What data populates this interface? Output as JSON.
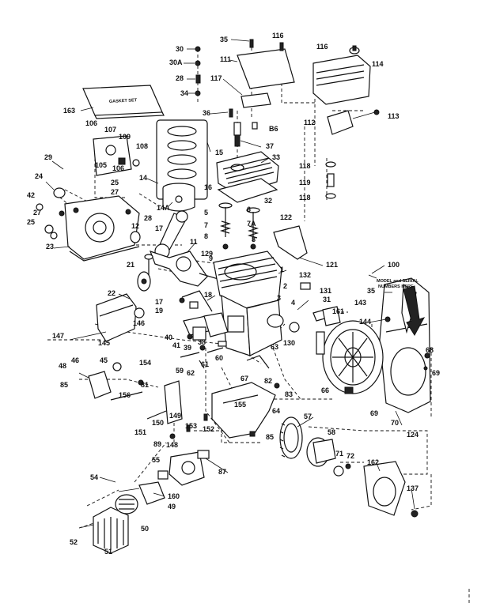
{
  "diagram": {
    "type": "exploded-parts-diagram",
    "callouts": [
      {
        "id": "c30",
        "label": "30"
      },
      {
        "id": "c30a",
        "label": "30A"
      },
      {
        "id": "c28",
        "label": "28"
      },
      {
        "id": "c34",
        "label": "34"
      },
      {
        "id": "c35a",
        "label": "35"
      },
      {
        "id": "c116a",
        "label": "116"
      },
      {
        "id": "c111",
        "label": "111"
      },
      {
        "id": "c117",
        "label": "117"
      },
      {
        "id": "c36",
        "label": "36"
      },
      {
        "id": "cB6",
        "label": "B6"
      },
      {
        "id": "c37",
        "label": "37"
      },
      {
        "id": "c33",
        "label": "33"
      },
      {
        "id": "c32",
        "label": "32"
      },
      {
        "id": "c116b",
        "label": "116"
      },
      {
        "id": "c114",
        "label": "114"
      },
      {
        "id": "c112",
        "label": "112"
      },
      {
        "id": "c113",
        "label": "113"
      },
      {
        "id": "c118a",
        "label": "118"
      },
      {
        "id": "c119",
        "label": "119"
      },
      {
        "id": "c118b",
        "label": "118"
      },
      {
        "id": "c163a",
        "label": "163"
      },
      {
        "id": "c106a",
        "label": "106"
      },
      {
        "id": "c107",
        "label": "107"
      },
      {
        "id": "c109",
        "label": "109"
      },
      {
        "id": "c105",
        "label": "105"
      },
      {
        "id": "c106b",
        "label": "106"
      },
      {
        "id": "c108",
        "label": "108"
      },
      {
        "id": "c15",
        "label": "15"
      },
      {
        "id": "c14",
        "label": "14"
      },
      {
        "id": "c29",
        "label": "29"
      },
      {
        "id": "c24",
        "label": "24"
      },
      {
        "id": "c25a",
        "label": "25"
      },
      {
        "id": "c27a",
        "label": "27"
      },
      {
        "id": "c16",
        "label": "16"
      },
      {
        "id": "c14A",
        "label": "14A"
      },
      {
        "id": "c42",
        "label": "42"
      },
      {
        "id": "c27b",
        "label": "27"
      },
      {
        "id": "c25b",
        "label": "25"
      },
      {
        "id": "c28b",
        "label": "28"
      },
      {
        "id": "c12",
        "label": "12"
      },
      {
        "id": "c23",
        "label": "23"
      },
      {
        "id": "c17a",
        "label": "17"
      },
      {
        "id": "c5",
        "label": "5"
      },
      {
        "id": "c6",
        "label": "6"
      },
      {
        "id": "c7",
        "label": "7"
      },
      {
        "id": "c7A",
        "label": "7A"
      },
      {
        "id": "c8a",
        "label": "8"
      },
      {
        "id": "c8b",
        "label": "8"
      },
      {
        "id": "c9",
        "label": "9"
      },
      {
        "id": "c122",
        "label": "122"
      },
      {
        "id": "c11",
        "label": "11"
      },
      {
        "id": "c129",
        "label": "129"
      },
      {
        "id": "c121",
        "label": "121"
      },
      {
        "id": "c21",
        "label": "21"
      },
      {
        "id": "c1",
        "label": "1"
      },
      {
        "id": "c132",
        "label": "132"
      },
      {
        "id": "c100",
        "label": "100"
      },
      {
        "id": "c2",
        "label": "2"
      },
      {
        "id": "c22",
        "label": "22"
      },
      {
        "id": "c17b",
        "label": "17"
      },
      {
        "id": "c18",
        "label": "18"
      },
      {
        "id": "c19",
        "label": "19"
      },
      {
        "id": "c3",
        "label": "3"
      },
      {
        "id": "c4",
        "label": "4"
      },
      {
        "id": "c131",
        "label": "131"
      },
      {
        "id": "c31",
        "label": "31"
      },
      {
        "id": "c35b",
        "label": "35"
      },
      {
        "id": "c143",
        "label": "143"
      },
      {
        "id": "c146",
        "label": "146"
      },
      {
        "id": "c161",
        "label": "161"
      },
      {
        "id": "c144",
        "label": "144"
      },
      {
        "id": "c147",
        "label": "147"
      },
      {
        "id": "c145",
        "label": "145"
      },
      {
        "id": "c40",
        "label": "40"
      },
      {
        "id": "c41",
        "label": "41"
      },
      {
        "id": "c39",
        "label": "39"
      },
      {
        "id": "c38",
        "label": "38"
      },
      {
        "id": "c130",
        "label": "130"
      },
      {
        "id": "c63",
        "label": "63"
      },
      {
        "id": "c68",
        "label": "68"
      },
      {
        "id": "c69a",
        "label": "69"
      },
      {
        "id": "c48",
        "label": "48"
      },
      {
        "id": "c46",
        "label": "46"
      },
      {
        "id": "c45",
        "label": "45"
      },
      {
        "id": "c154",
        "label": "154"
      },
      {
        "id": "c59",
        "label": "59"
      },
      {
        "id": "c61",
        "label": "61"
      },
      {
        "id": "c62",
        "label": "62"
      },
      {
        "id": "c60",
        "label": "60"
      },
      {
        "id": "c85a",
        "label": "85"
      },
      {
        "id": "c81",
        "label": "81"
      },
      {
        "id": "c67",
        "label": "67"
      },
      {
        "id": "c82",
        "label": "82"
      },
      {
        "id": "c83",
        "label": "83"
      },
      {
        "id": "c156",
        "label": "156"
      },
      {
        "id": "c66",
        "label": "66"
      },
      {
        "id": "c155",
        "label": "155"
      },
      {
        "id": "c64",
        "label": "64"
      },
      {
        "id": "c69b",
        "label": "69"
      },
      {
        "id": "c70",
        "label": "70"
      },
      {
        "id": "c124",
        "label": "124"
      },
      {
        "id": "c150",
        "label": "150"
      },
      {
        "id": "c149",
        "label": "149"
      },
      {
        "id": "c151",
        "label": "151"
      },
      {
        "id": "c153",
        "label": "153"
      },
      {
        "id": "c152",
        "label": "152"
      },
      {
        "id": "c57",
        "label": "57"
      },
      {
        "id": "c85b",
        "label": "85"
      },
      {
        "id": "c148",
        "label": "148"
      },
      {
        "id": "c89",
        "label": "89"
      },
      {
        "id": "c58",
        "label": "58"
      },
      {
        "id": "c71",
        "label": "71"
      },
      {
        "id": "c72",
        "label": "72"
      },
      {
        "id": "c55",
        "label": "55"
      },
      {
        "id": "c87",
        "label": "87"
      },
      {
        "id": "c162",
        "label": "162"
      },
      {
        "id": "c54",
        "label": "54"
      },
      {
        "id": "c160",
        "label": "160"
      },
      {
        "id": "c49",
        "label": "49"
      },
      {
        "id": "c137",
        "label": "137"
      },
      {
        "id": "c50",
        "label": "50"
      },
      {
        "id": "c52",
        "label": "52"
      },
      {
        "id": "c51",
        "label": "51"
      }
    ],
    "notes": {
      "serial_line1": "MODEL and SERIAL",
      "serial_line2": "NUMBERS HERE",
      "gasket_set_text": "GASKET SET"
    }
  }
}
